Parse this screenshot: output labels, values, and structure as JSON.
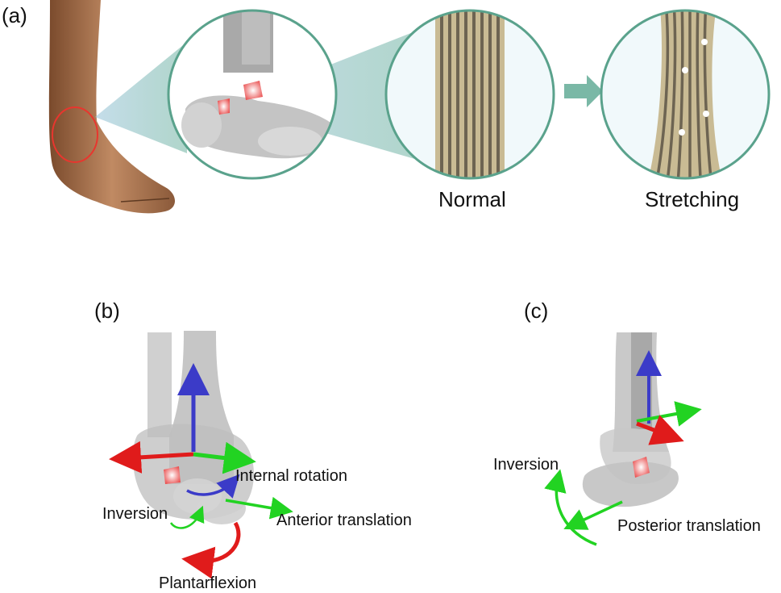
{
  "panels": {
    "a": {
      "label": "(a)",
      "normal_label": "Normal",
      "stretching_label": "Stretching"
    },
    "b": {
      "label": "(b)",
      "internal_rotation": "Internal rotation",
      "inversion": "Inversion",
      "anterior_translation": "Anterior translation",
      "plantarflexion": "Plantarflexion"
    },
    "c": {
      "label": "(c)",
      "inversion": "Inversion",
      "posterior_translation": "Posterior translation"
    }
  },
  "colors": {
    "axis_red": "#e01b1b",
    "axis_green": "#22d322",
    "axis_blue": "#3b3bc8",
    "ligament_pink": "#f06a6a",
    "highlight_ring": "#e8362e",
    "circle_border": "#5aa28c",
    "fiber_tan": "#c9bb94",
    "fiber_dark": "#6d6452",
    "bone_gray": "#b8b8b8",
    "skin": "#b27a55",
    "arrow_teal": "#7ab8a6"
  }
}
